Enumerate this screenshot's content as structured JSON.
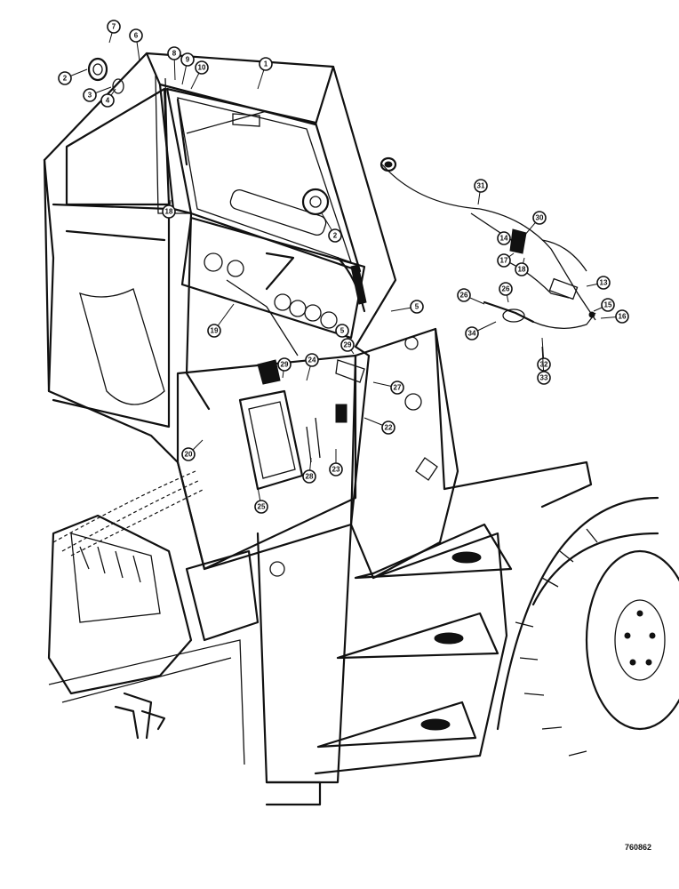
{
  "figure_id": "760862",
  "callouts": [
    {
      "label": "1"
    },
    {
      "label": "2"
    },
    {
      "label": "3"
    },
    {
      "label": "4"
    },
    {
      "label": "5"
    },
    {
      "label": "6"
    },
    {
      "label": "7"
    },
    {
      "label": "8"
    },
    {
      "label": "9"
    },
    {
      "label": "10"
    },
    {
      "label": "2"
    },
    {
      "label": "18"
    },
    {
      "label": "19"
    },
    {
      "label": "31"
    },
    {
      "label": "30"
    },
    {
      "label": "14"
    },
    {
      "label": "17"
    },
    {
      "label": "18"
    },
    {
      "label": "13"
    },
    {
      "label": "26"
    },
    {
      "label": "26"
    },
    {
      "label": "15"
    },
    {
      "label": "16"
    },
    {
      "label": "34"
    },
    {
      "label": "32"
    },
    {
      "label": "33"
    },
    {
      "label": "5"
    },
    {
      "label": "29"
    },
    {
      "label": "29"
    },
    {
      "label": "24"
    },
    {
      "label": "27"
    },
    {
      "label": "22"
    },
    {
      "label": "23"
    },
    {
      "label": "28"
    },
    {
      "label": "25"
    },
    {
      "label": "20"
    }
  ]
}
